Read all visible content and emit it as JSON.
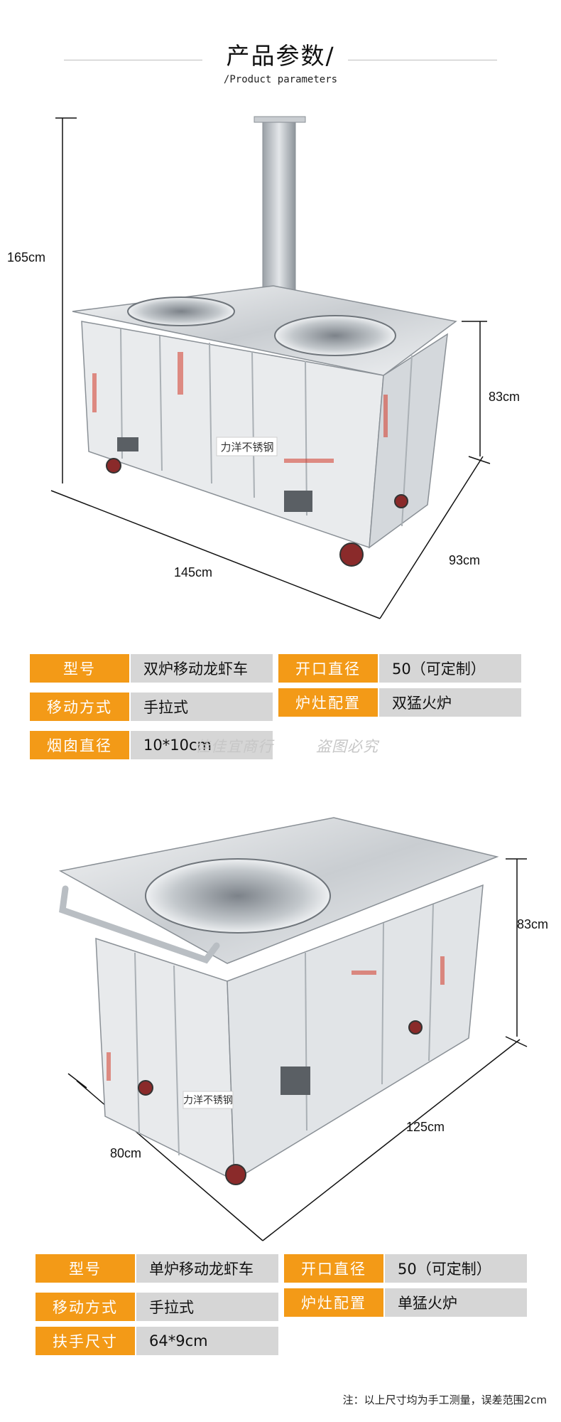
{
  "header": {
    "title": "产品参数/",
    "subtitle": "/Product parameters"
  },
  "product1": {
    "dims": {
      "height_total": "165cm",
      "height": "83cm",
      "length": "145cm",
      "depth": "93cm"
    },
    "brand_panel_text": "力洋不锈钢",
    "specs": {
      "model_label": "型号",
      "model_value": "双炉移动龙虾车",
      "opening_label": "开口直径",
      "opening_value": "50（可定制）",
      "move_label": "移动方式",
      "move_value": "手拉式",
      "stove_label": "炉灶配置",
      "stove_value": "双猛火炉",
      "chimney_label": "烟囱直径",
      "chimney_value": "10*10cm"
    },
    "watermark1": "佳佳宜商行",
    "watermark2": "盗图必究"
  },
  "product2": {
    "dims": {
      "height": "83cm",
      "length": "125cm",
      "depth": "80cm"
    },
    "brand_panel_text": "力洋不锈钢",
    "specs": {
      "model_label": "型号",
      "model_value": "单炉移动龙虾车",
      "opening_label": "开口直径",
      "opening_value": "50（可定制）",
      "move_label": "移动方式",
      "move_value": "手拉式",
      "stove_label": "炉灶配置",
      "stove_value": "单猛火炉",
      "handle_label": "扶手尺寸",
      "handle_value": "64*9cm"
    }
  },
  "note": "注：以上尺寸均为手工测量，误差范围2cm",
  "colors": {
    "label_bg": "#f39a17",
    "value_bg": "#d6d6d6"
  }
}
